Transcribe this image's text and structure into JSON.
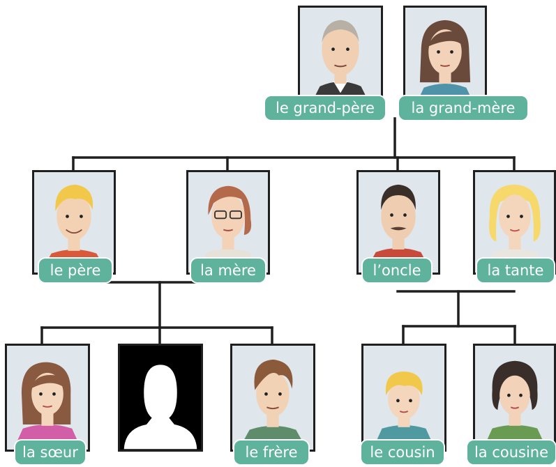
{
  "colors": {
    "label_background": "#5fb39d",
    "label_text": "#ffffff",
    "line": "#1f1f1f",
    "portrait_background": "#dfe6ec",
    "silhouette_background": "#000000"
  },
  "people": {
    "grandfather": {
      "label": "le grand-père",
      "icon": "grandfather-portrait-icon"
    },
    "grandmother": {
      "label": "la grand-mère",
      "icon": "grandmother-portrait-icon"
    },
    "father": {
      "label": "le père",
      "icon": "father-portrait-icon"
    },
    "mother": {
      "label": "la mère",
      "icon": "mother-portrait-icon"
    },
    "uncle": {
      "label": "l’oncle",
      "icon": "uncle-portrait-icon"
    },
    "aunt": {
      "label": "la tante",
      "icon": "aunt-portrait-icon"
    },
    "sister": {
      "label": "la sœur",
      "icon": "sister-portrait-icon"
    },
    "self": {
      "label": "",
      "icon": "silhouette-icon"
    },
    "brother": {
      "label": "le frère",
      "icon": "brother-portrait-icon"
    },
    "cousin_male": {
      "label": "le cousin",
      "icon": "cousin-male-portrait-icon"
    },
    "cousin_female": {
      "label": "la cousine",
      "icon": "cousin-female-portrait-icon"
    }
  }
}
